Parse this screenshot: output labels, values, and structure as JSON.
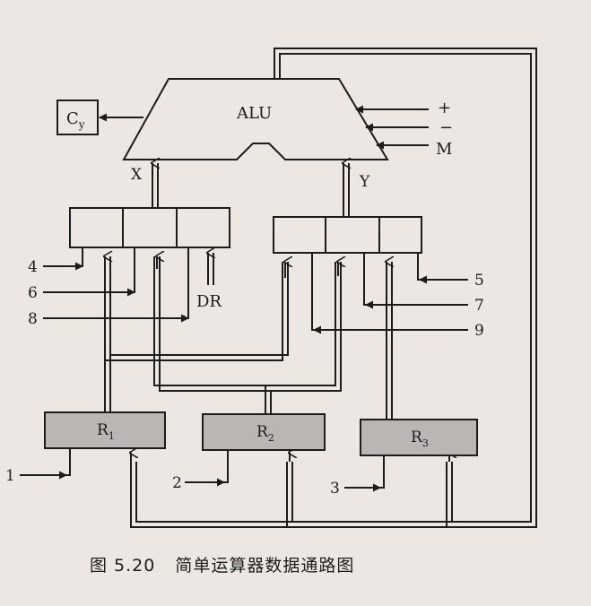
{
  "caption": {
    "figure_no": "图 5.20",
    "title": "简单运算器数据通路图"
  },
  "alu": {
    "label": "ALU",
    "x_label": "X",
    "y_label": "Y"
  },
  "carry": {
    "main": "C",
    "sub": "y"
  },
  "alu_controls": {
    "plus": "+",
    "minus": "−",
    "mode": "M"
  },
  "dr_label": "DR",
  "registers": [
    {
      "main": "R",
      "sub": "1"
    },
    {
      "main": "R",
      "sub": "2"
    },
    {
      "main": "R",
      "sub": "3"
    }
  ],
  "control_signals": {
    "left_mux": [
      "4",
      "6",
      "8"
    ],
    "right_mux": [
      "5",
      "7",
      "9"
    ],
    "register_load": [
      "1",
      "2",
      "3"
    ]
  },
  "colors": {
    "line": "#1c1c1c",
    "register_fill": "#b9b6b3",
    "paper": "#ece7e2"
  }
}
